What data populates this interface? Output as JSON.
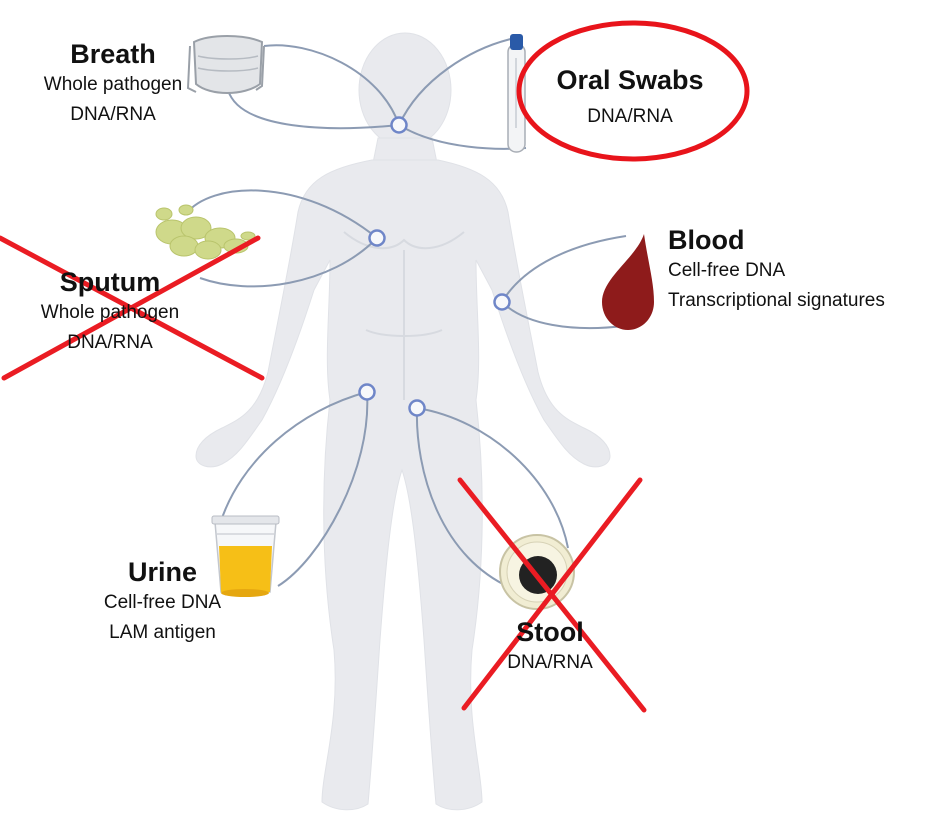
{
  "samples": {
    "breath": {
      "title": "Breath",
      "lines": [
        "Whole pathogen",
        "DNA/RNA"
      ]
    },
    "oral_swabs": {
      "title": "Oral Swabs",
      "lines": [
        "DNA/RNA"
      ]
    },
    "sputum": {
      "title": "Sputum",
      "lines": [
        "Whole pathogen",
        "DNA/RNA"
      ]
    },
    "blood": {
      "title": "Blood",
      "lines": [
        "Cell-free DNA",
        "Transcriptional signatures"
      ]
    },
    "urine": {
      "title": "Urine",
      "lines": [
        "Cell-free DNA",
        "LAM antigen"
      ]
    },
    "stool": {
      "title": "Stool",
      "lines": [
        "DNA/RNA"
      ]
    }
  },
  "icons": [
    "face-mask-icon",
    "swab-tube-icon",
    "sputum-blob-icon",
    "blood-drop-icon",
    "urine-cup-icon",
    "stool-dish-icon"
  ],
  "colors": {
    "body": "#e9eaee",
    "connector": "#8c9bb3",
    "highlight": "#e8141b",
    "cross": "#ea1c23",
    "blood": "#8e1b1b",
    "urine": "#f6bf17",
    "sputum": "#cfd98a"
  }
}
